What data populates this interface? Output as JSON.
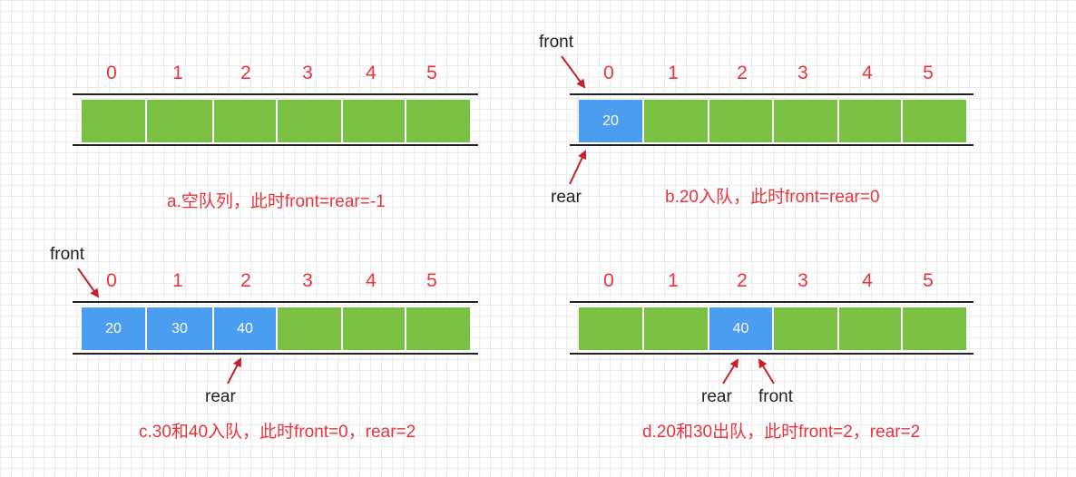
{
  "index_labels": [
    "0",
    "1",
    "2",
    "3",
    "4",
    "5"
  ],
  "pointer_labels": {
    "front": "front",
    "rear": "rear"
  },
  "panel_a": {
    "cells": [
      "",
      "",
      "",
      "",
      "",
      ""
    ],
    "caption": "a.空队列，此时front=rear=-1"
  },
  "panel_b": {
    "cells": [
      "20",
      "",
      "",
      "",
      "",
      ""
    ],
    "caption": "b.20入队，此时front=rear=0"
  },
  "panel_c": {
    "cells": [
      "20",
      "30",
      "40",
      "",
      "",
      ""
    ],
    "caption": "c.30和40入队，此时front=0，rear=2"
  },
  "panel_d": {
    "cells": [
      "",
      "",
      "40",
      "",
      "",
      ""
    ],
    "caption": "d.20和30出队，此时front=2，rear=2"
  },
  "colors": {
    "empty_cell": "#7ac143",
    "filled_cell": "#4a9df0",
    "index_text": "#e8343a",
    "caption_text": "#e8343a"
  }
}
